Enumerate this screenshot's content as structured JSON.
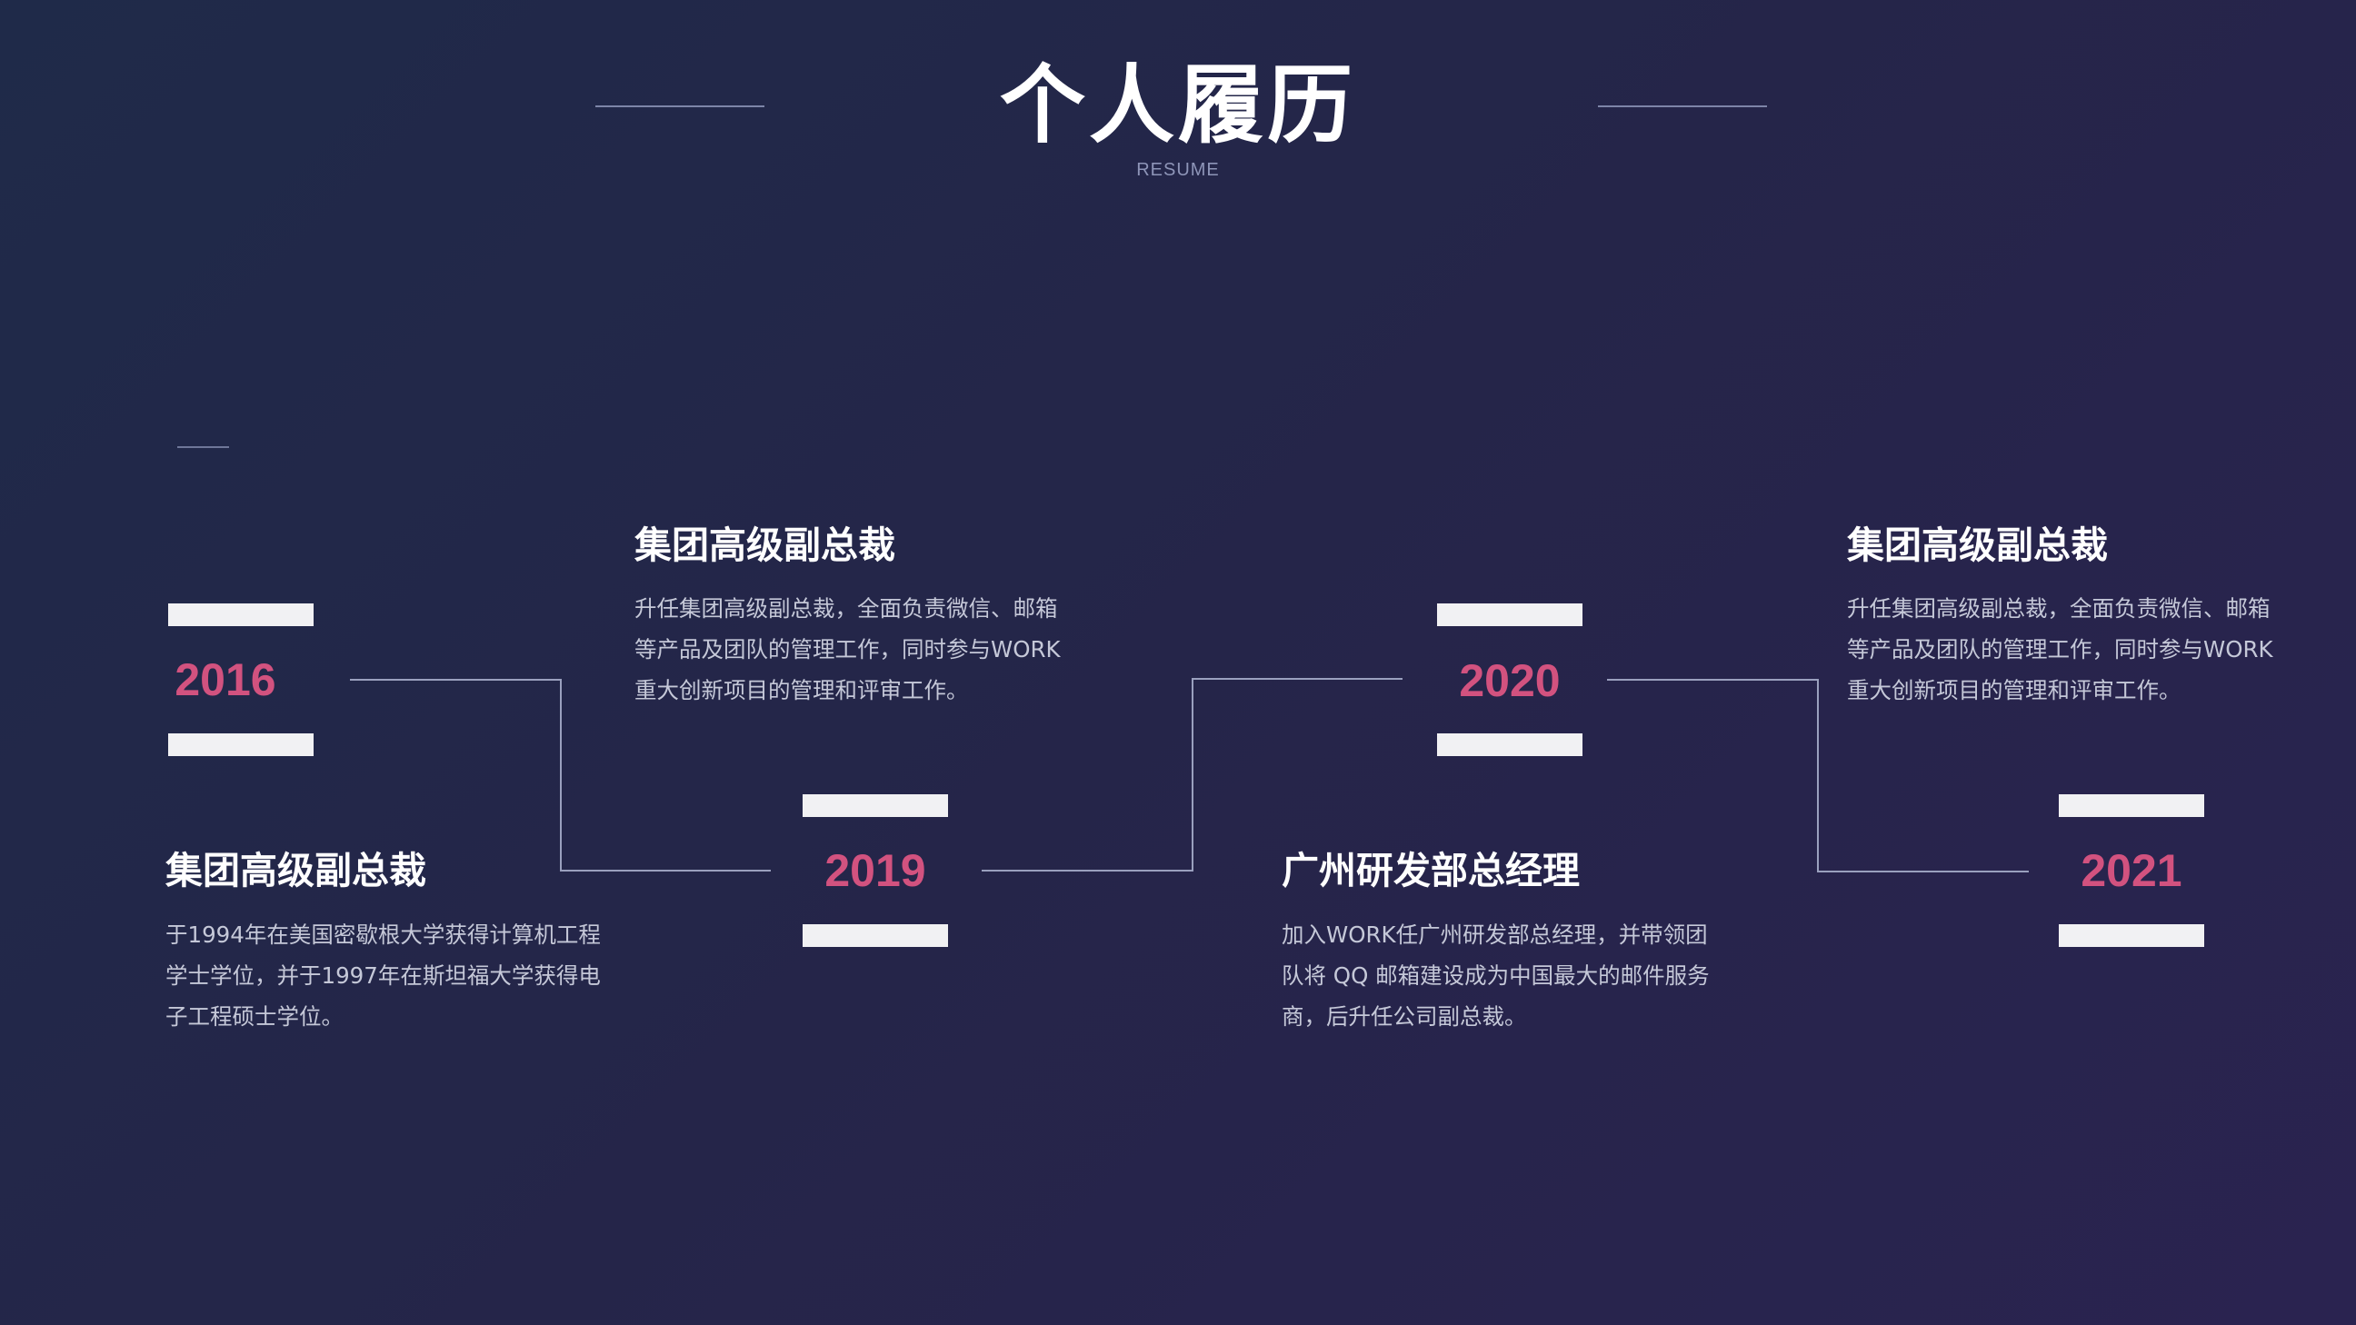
{
  "header": {
    "title": "个人履历",
    "subtitle": "RESUME"
  },
  "timeline": [
    {
      "year": "2016",
      "heading": "集团高级副总裁",
      "lines": [
        "于1994年在美国密歇根大学获得计算机工程",
        "学士学位，并于1997年在斯坦福大学获得电",
        "子工程硕士学位。"
      ]
    },
    {
      "year": "2019",
      "heading": "集团高级副总裁",
      "lines": [
        "升任集团高级副总裁，全面负责微信、邮箱",
        "等产品及团队的管理工作，同时参与WORK",
        "重大创新项目的管理和评审工作。"
      ]
    },
    {
      "year": "2020",
      "heading": "广州研发部总经理",
      "lines": [
        "加入WORK任广州研发部总经理，并带领团",
        "队将 QQ 邮箱建设成为中国最大的邮件服务",
        "商，后升任公司副总裁。"
      ]
    },
    {
      "year": "2021",
      "heading": "集团高级副总裁",
      "lines": [
        "升任集团高级副总裁，全面负责微信、邮箱",
        "等产品及团队的管理工作，同时参与WORK",
        "重大创新项目的管理和评审工作。"
      ]
    }
  ],
  "colors": {
    "background": "#242649",
    "year": "#d2527f",
    "bar": "#f1f1f3",
    "line": "#9aa0be"
  }
}
